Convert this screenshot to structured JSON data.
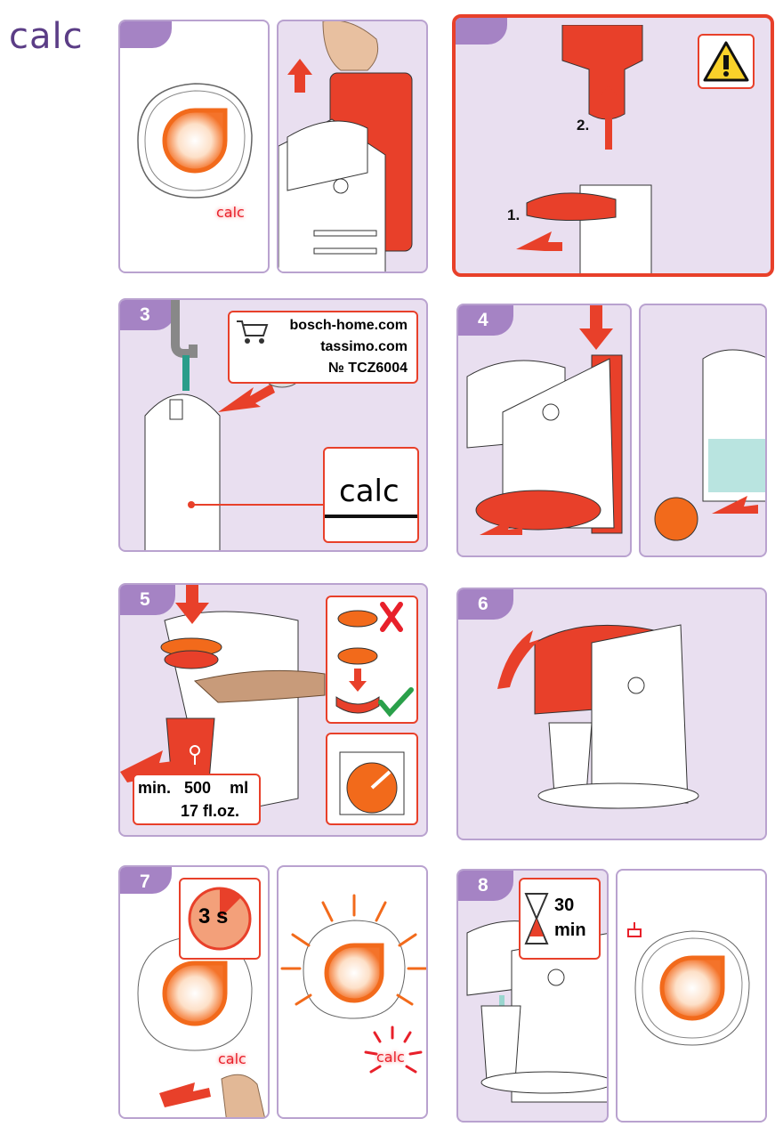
{
  "title": "calc",
  "panels": {
    "p1": {
      "step": "",
      "calc": "calc"
    },
    "p2": {
      "step": "",
      "label1": "1.",
      "label2": "2."
    },
    "p3": {
      "step": "3",
      "site1": "bosch-home.com",
      "site2": "tassimo.com",
      "code": "№ TCZ6004",
      "calc": "calc"
    },
    "p4": {
      "step": "4"
    },
    "p5": {
      "step": "5",
      "min": "min.",
      "amount": "500",
      "unit": "ml",
      "oz": "17 fl.oz."
    },
    "p6": {
      "step": "6"
    },
    "p7": {
      "step": "7",
      "timer": "3 s",
      "calc1": "calc",
      "calc2": "calc"
    },
    "p8": {
      "step": "8",
      "time": "30",
      "unit": "min"
    }
  },
  "colors": {
    "accent": "#e8402a",
    "purple": "#5b3d86",
    "tab": "#a583c4",
    "lilac": "#e9dff0"
  }
}
